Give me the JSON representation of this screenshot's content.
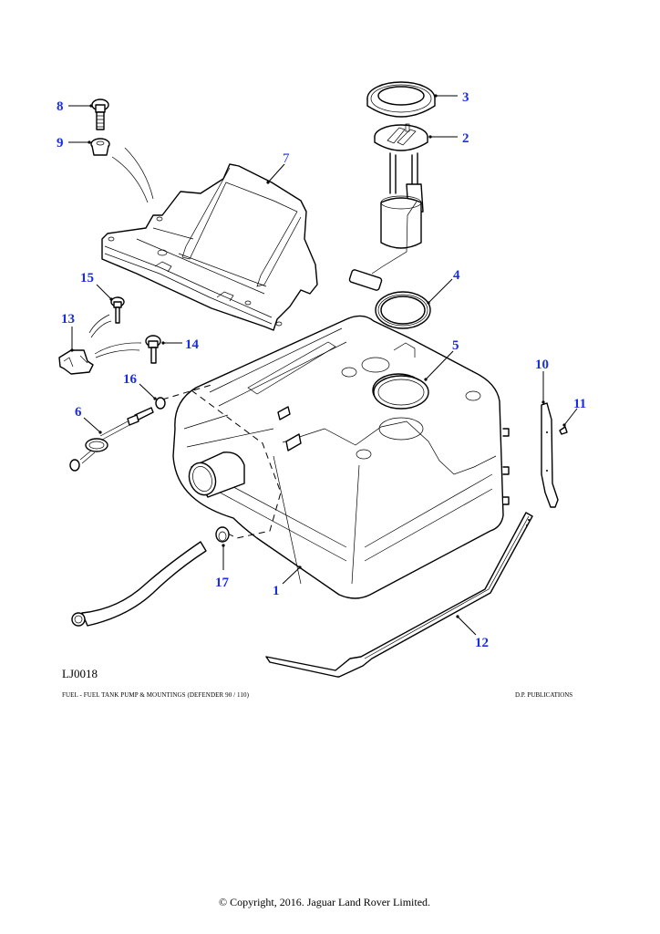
{
  "diagram": {
    "reference_code": "LJ0018",
    "caption": "FUEL - FUEL TANK PUMP & MOUNTINGS  (DEFENDER 90 / 110)",
    "publisher": "D.P. PUBLICATIONS",
    "copyright": "© Copyright, 2016. Jaguar Land Rover Limited.",
    "label_color": "#1a2ee6",
    "callouts": [
      {
        "number": "1",
        "part": "fuel-tank"
      },
      {
        "number": "2",
        "part": "fuel-pump-sender"
      },
      {
        "number": "3",
        "part": "locking-ring"
      },
      {
        "number": "4",
        "part": "seal"
      },
      {
        "number": "5",
        "part": "pump-seal-ring"
      },
      {
        "number": "6",
        "part": "breather-pipe"
      },
      {
        "number": "7",
        "part": "tank-guard-plate"
      },
      {
        "number": "8",
        "part": "bolt"
      },
      {
        "number": "9",
        "part": "nut-insert"
      },
      {
        "number": "10",
        "part": "strap-packing"
      },
      {
        "number": "11",
        "part": "clip"
      },
      {
        "number": "12",
        "part": "tank-strap"
      },
      {
        "number": "13",
        "part": "bracket"
      },
      {
        "number": "14",
        "part": "bolt"
      },
      {
        "number": "15",
        "part": "bolt"
      },
      {
        "number": "16",
        "part": "hose-clip"
      },
      {
        "number": "17",
        "part": "hose-clip"
      }
    ]
  }
}
